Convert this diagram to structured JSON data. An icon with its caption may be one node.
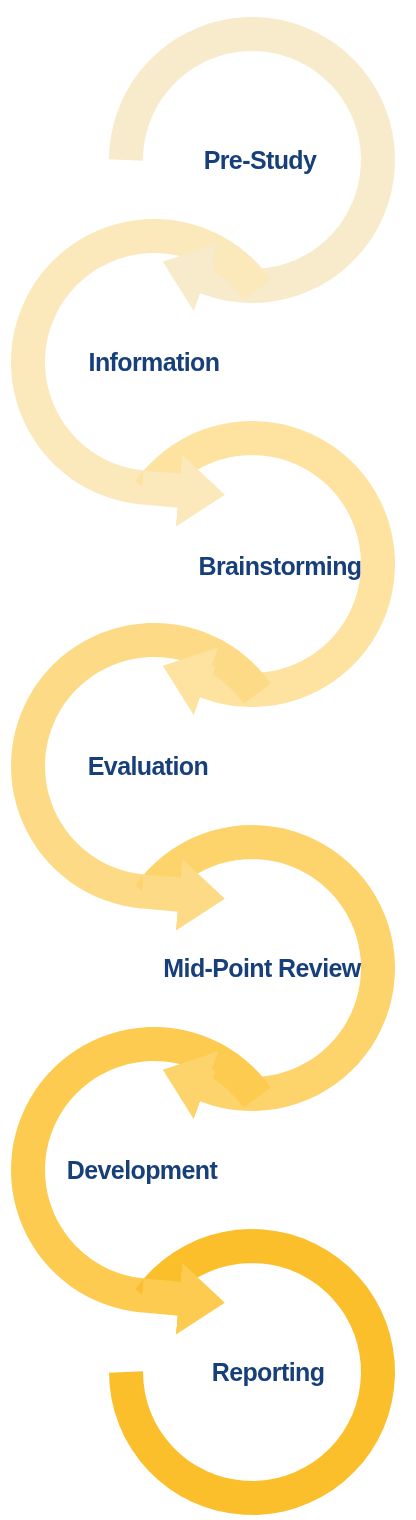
{
  "diagram": {
    "nodes": [
      {
        "text": [
          "Pre-Study"
        ]
      },
      {
        "text": [
          "Information"
        ]
      },
      {
        "text": [
          "Brainstorming"
        ]
      },
      {
        "text": [
          "Evaluation"
        ]
      },
      {
        "text": [
          "Mid-Point Review"
        ]
      },
      {
        "text": [
          "Development"
        ]
      },
      {
        "text": [
          "Reporting"
        ]
      }
    ],
    "edges": [
      {
        "from": 0,
        "to": 1,
        "arrow": "to",
        "color": "#f7ebcc"
      },
      {
        "from": 1,
        "to": 2,
        "arrow": "to",
        "color": "#fbe8bb"
      },
      {
        "from": 2,
        "to": 3,
        "arrow": "to",
        "color": "#fde2a0"
      },
      {
        "from": 3,
        "to": 4,
        "arrow": "to",
        "color": "#fddb86"
      },
      {
        "from": 4,
        "to": 5,
        "arrow": "to",
        "color": "#fdd46c"
      },
      {
        "from": 5,
        "to": 6,
        "arrow": "to",
        "color": "#fccb4f"
      }
    ]
  }
}
